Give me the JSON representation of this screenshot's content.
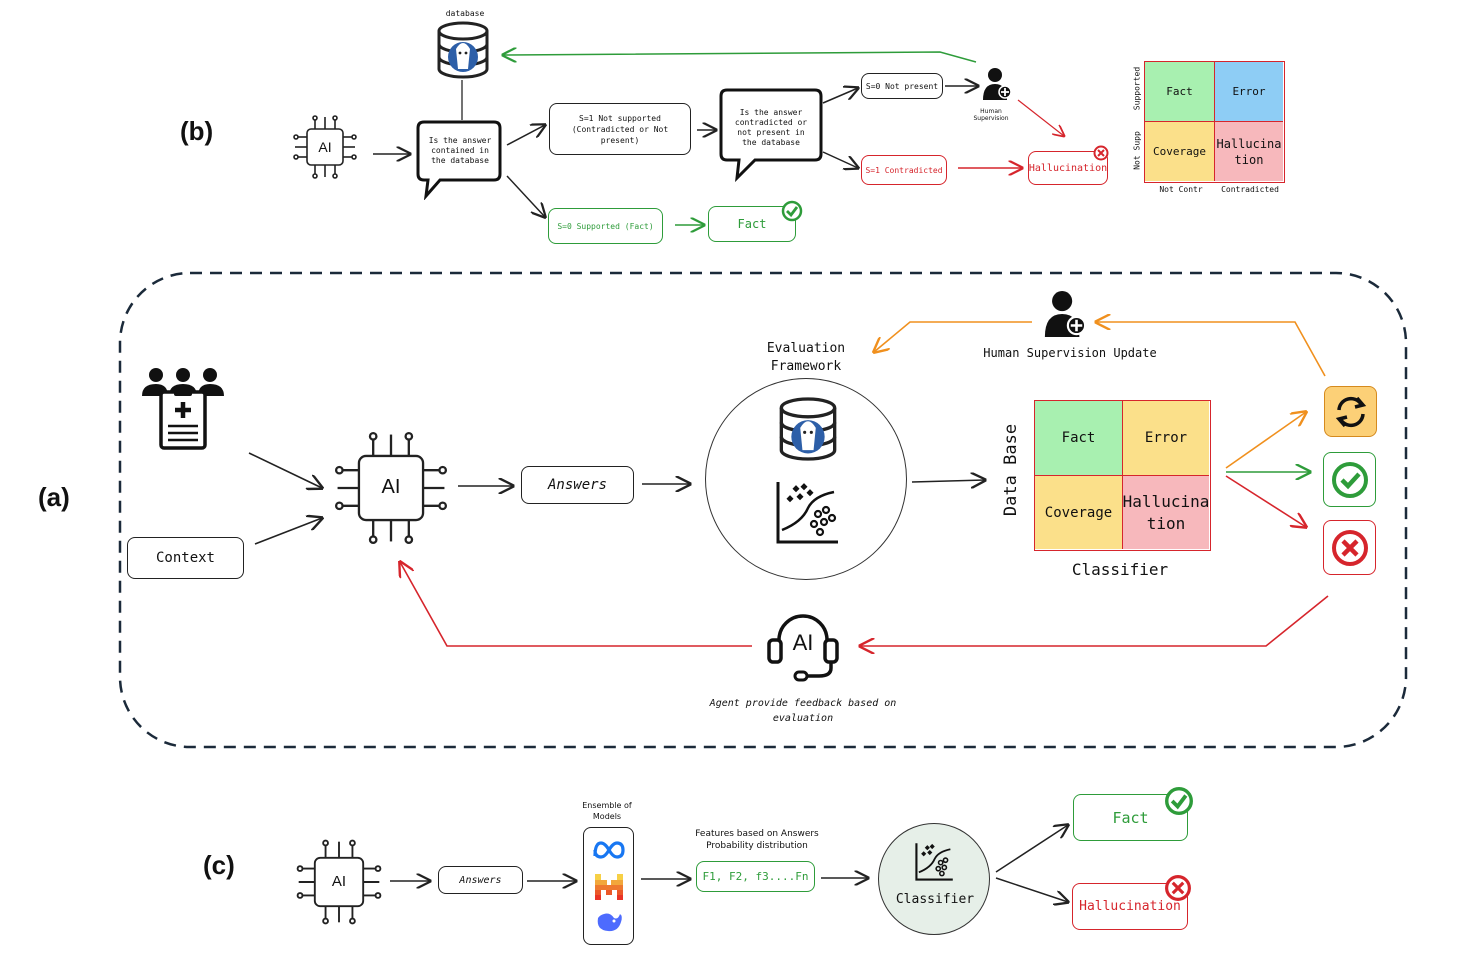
{
  "panel_labels": {
    "a": "(a)",
    "b": "(b)",
    "c": "(c)"
  },
  "colors": {
    "green": "#2e9c3a",
    "red": "#d6252c",
    "orange": "#f0901e",
    "fact": "#a8f0b0",
    "error_b": "#8ecdf5",
    "error_a": "#fbe08a",
    "coverage": "#fbe08a",
    "hallucination": "#f7b8bc",
    "refresh_bg": "#fcd077"
  },
  "b": {
    "database_label": "database",
    "ai_chip": "AI",
    "question1": "Is the answer contained in the database",
    "s1_not_supported": "S=1 Not supported (Contradicted or Not present)",
    "s0_supported": "S=0  Supported (Fact)",
    "fact": "Fact",
    "question2": "Is the answer contradicted or not present in the database",
    "s0_not_present": "S=0 Not present",
    "s1_contradicted": "S=1 Contradicted",
    "human_supervision": "Human Supervision",
    "hallucination": "Hallucination",
    "matrix": {
      "cells": [
        "Fact",
        "Error",
        "Coverage",
        "Hallucina tion"
      ],
      "row_labels": [
        "Supported",
        "Not Supp"
      ],
      "col_labels": [
        "Not Contr",
        "Contradicted"
      ]
    }
  },
  "a": {
    "context": "Context",
    "ai_chip": "AI",
    "answers": "Answers",
    "eval_framework": "Evaluation Framework",
    "human_supervision_update": "Human Supervision Update",
    "database_axis": "Data Base",
    "classifier": "Classifier",
    "matrix_cells": [
      "Fact",
      "Error",
      "Coverage",
      "Hallucina tion"
    ],
    "agent_label": "AI",
    "agent_feedback": "Agent provide feedback based on evaluation"
  },
  "c": {
    "ai_chip": "AI",
    "answers": "Answers",
    "ensemble": "Ensemble of Models",
    "features_caption": "Features based on Answers Probability distribution",
    "features": "F1, F2, f3....Fn",
    "classifier": "Classifier",
    "fact": "Fact",
    "hallucination": "Hallucination"
  }
}
